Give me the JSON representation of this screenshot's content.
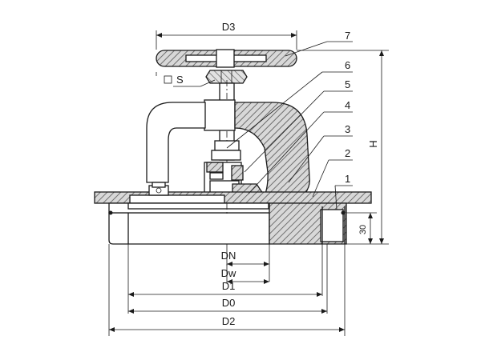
{
  "labels": {
    "d3": "D3",
    "s": "S",
    "h": "H",
    "thirty": "30",
    "dn": "DN",
    "dw": "Dw",
    "d1": "D1",
    "d0": "D0",
    "d2": "D2"
  },
  "callouts": [
    "1",
    "2",
    "3",
    "4",
    "5",
    "6",
    "7"
  ]
}
